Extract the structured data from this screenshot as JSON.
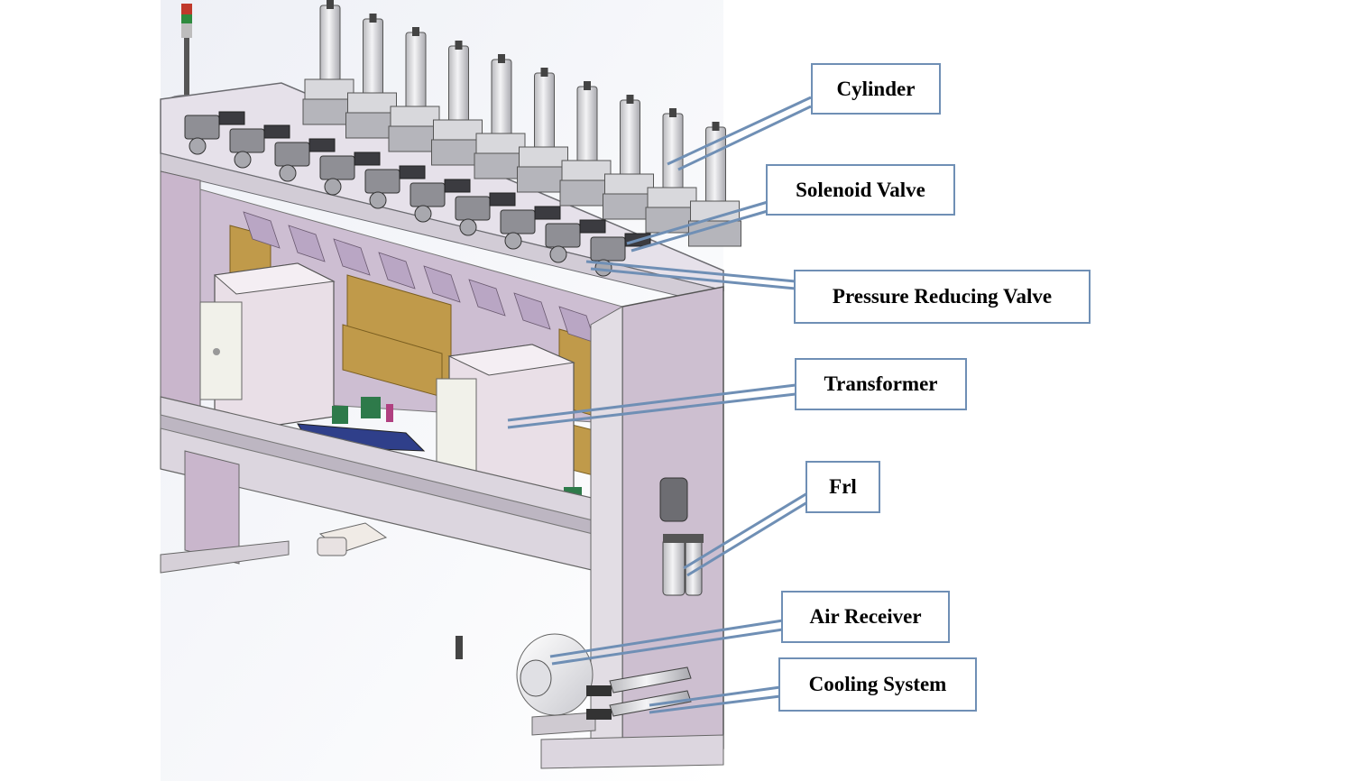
{
  "figure": {
    "labels": [
      {
        "id": "cylinder",
        "text": "Cylinder"
      },
      {
        "id": "solenoid",
        "text": "Solenoid Valve"
      },
      {
        "id": "prv",
        "text": "Pressure Reducing Valve"
      },
      {
        "id": "transformer",
        "text": "Transformer"
      },
      {
        "id": "frl",
        "text": "Frl"
      },
      {
        "id": "air",
        "text": "Air Receiver"
      },
      {
        "id": "cooling",
        "text": "Cooling System"
      }
    ]
  },
  "colors": {
    "callout_border": "#6f8fb5",
    "frame": "#ded8e2",
    "panel": "#c9b6cc",
    "brass": "#c09a4a",
    "pcb": "#2f3f8a"
  }
}
